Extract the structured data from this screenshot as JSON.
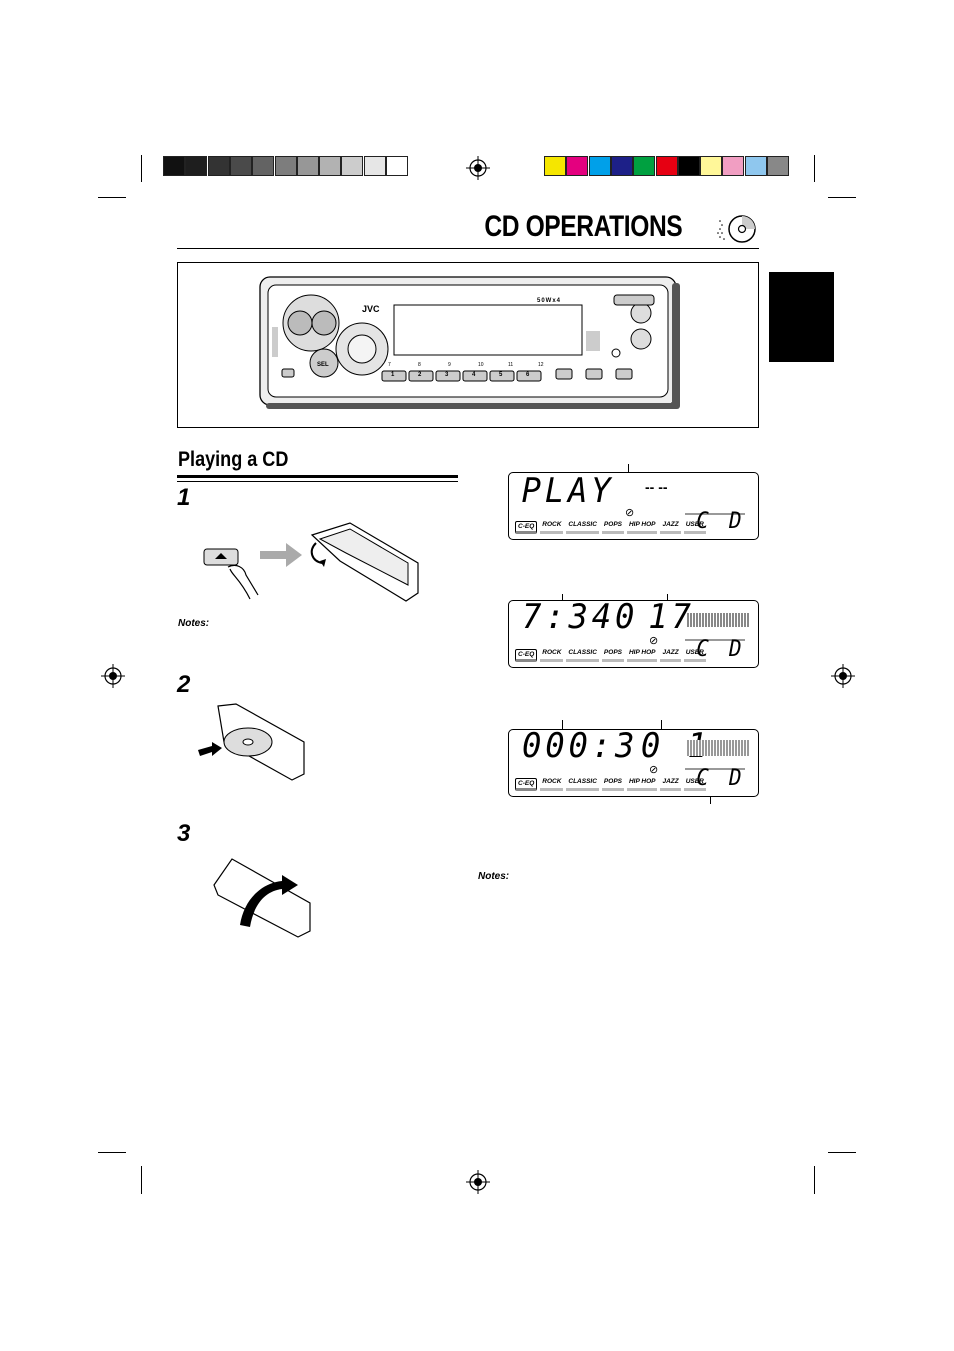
{
  "header": {
    "title": "CD OPERATIONS"
  },
  "radio": {
    "brand": "JVC",
    "power_label": "50Wx4",
    "presets": [
      "1",
      "2",
      "3",
      "4",
      "5",
      "6"
    ],
    "preset_marks": [
      "7",
      "8",
      "9",
      "10",
      "11",
      "12"
    ]
  },
  "section": {
    "title": "Playing a CD"
  },
  "steps": [
    "1",
    "2",
    "3"
  ],
  "notes_label_1": "Notes:",
  "notes_label_2": "Notes:",
  "displays": [
    {
      "main_text": "PLAY",
      "side_text": "-- --",
      "source": "C D"
    },
    {
      "main_text": "7:340",
      "side_text": "17",
      "source": "C D"
    },
    {
      "main_text": "000:3",
      "side_text": "0 1",
      "source": "C D"
    }
  ],
  "eq_labels": [
    "C-EQ",
    "ROCK",
    "CLASSIC",
    "POPS",
    "HIP HOP",
    "JAZZ",
    "USER"
  ],
  "colors": {
    "gray_scale": [
      "#111111",
      "#1e1e1e",
      "#333333",
      "#4a4a4a",
      "#636363",
      "#7d7d7d",
      "#979797",
      "#b2b2b2",
      "#cccccc",
      "#e6e6e6",
      "#ffffff"
    ],
    "color_bar": [
      "#f5e600",
      "#e4007f",
      "#00a0e9",
      "#1d2088",
      "#00a040",
      "#e60012",
      "#000000",
      "#fff799",
      "#f19ec2",
      "#8fc7ee",
      "#888888"
    ]
  }
}
